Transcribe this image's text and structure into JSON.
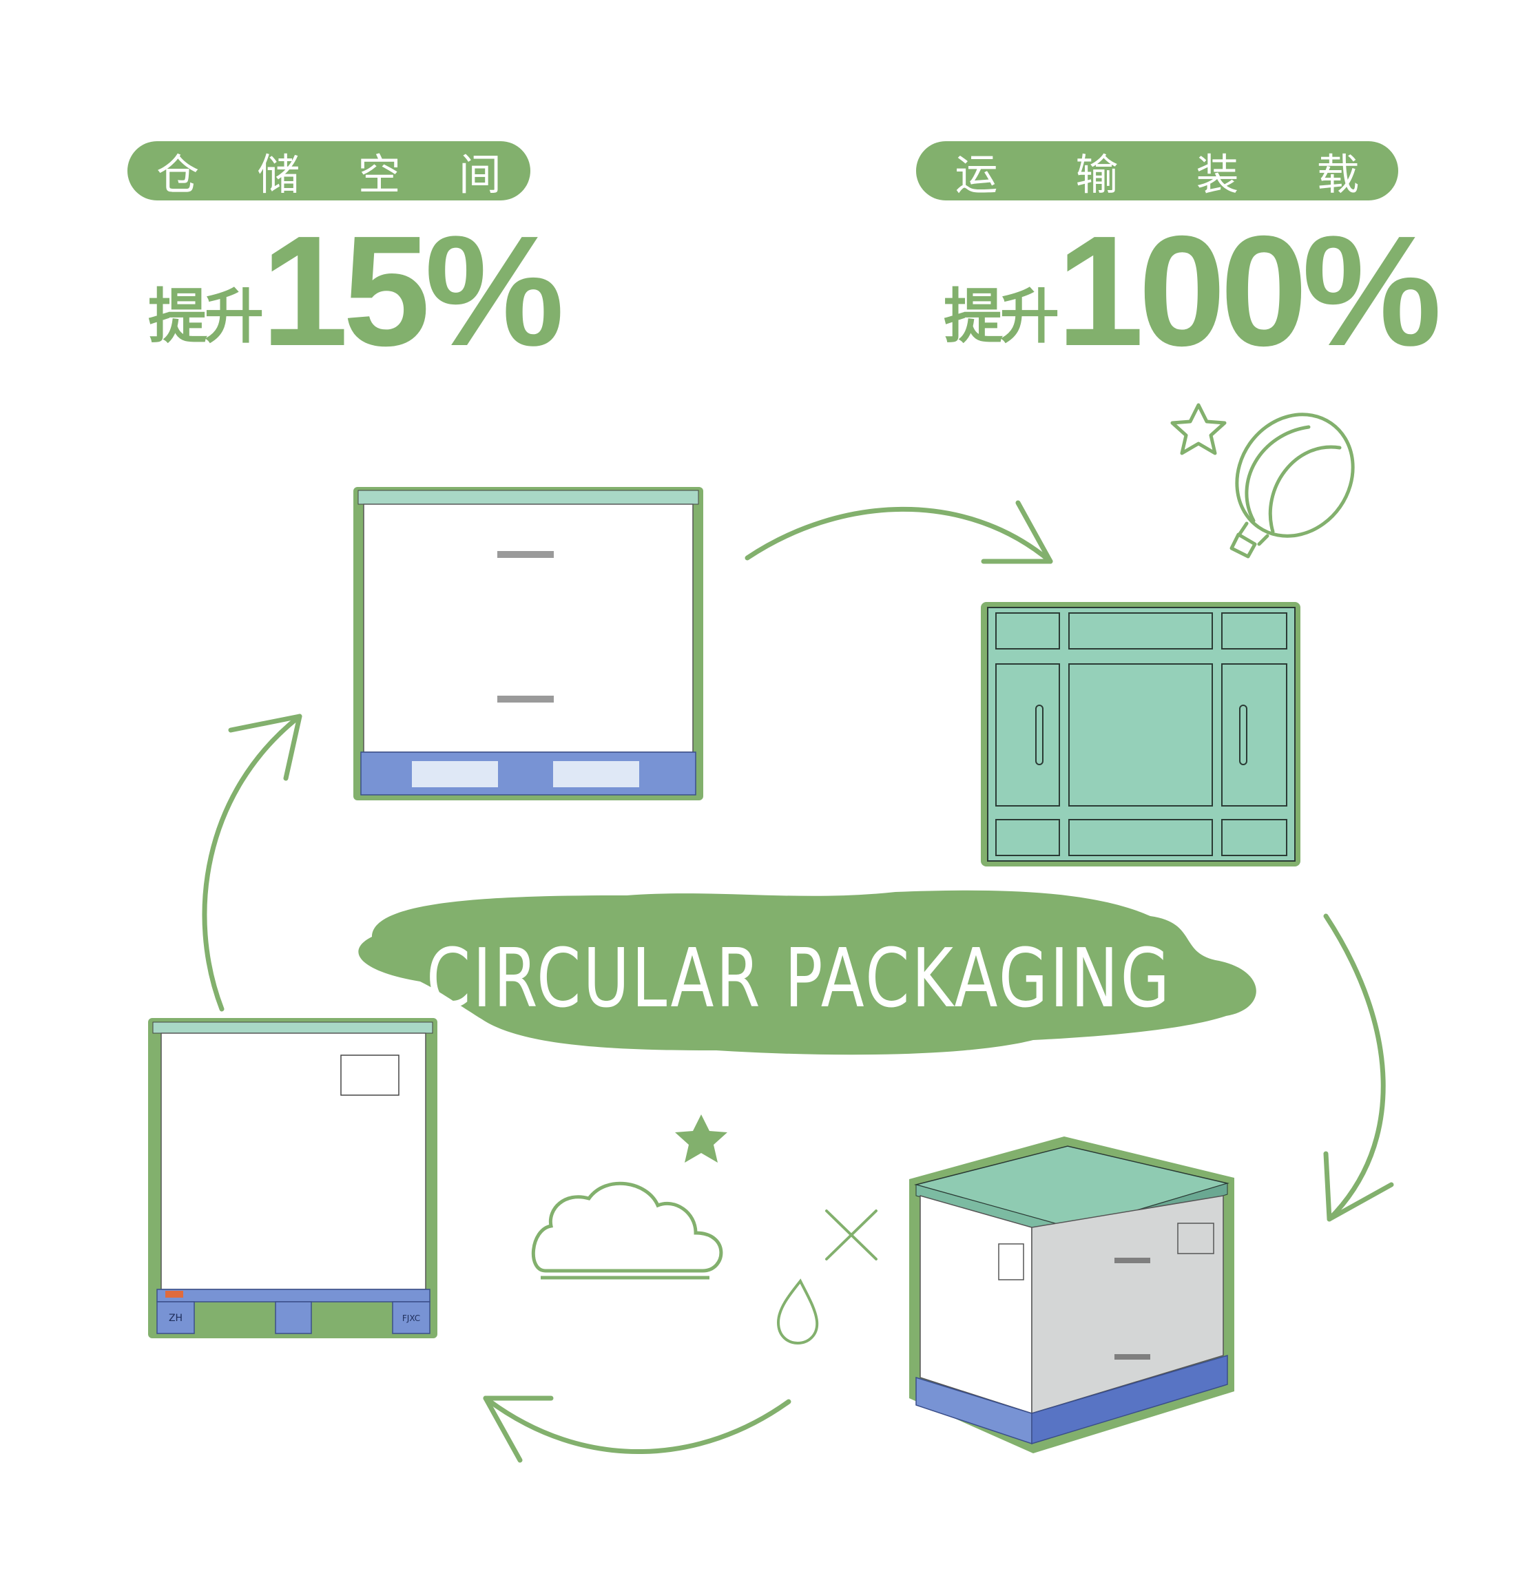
{
  "badges": [
    {
      "chars": [
        "仓",
        "储",
        "空",
        "间"
      ]
    },
    {
      "chars": [
        "运",
        "输",
        "装",
        "载"
      ]
    }
  ],
  "stats": [
    {
      "prefix": "提升",
      "value": "15%"
    },
    {
      "prefix": "提升",
      "value": "100%"
    }
  ],
  "center_label": "CIRCULAR PACKAGING",
  "pallet_labels": {
    "left_tag": "ZH",
    "right_tag": "FJXC"
  },
  "colors": {
    "accent_green": "#82b06d",
    "lid_mint": "#95d0b9",
    "pallet_blue": "#6f8fd6",
    "panel_gray": "#d4d6d6"
  }
}
